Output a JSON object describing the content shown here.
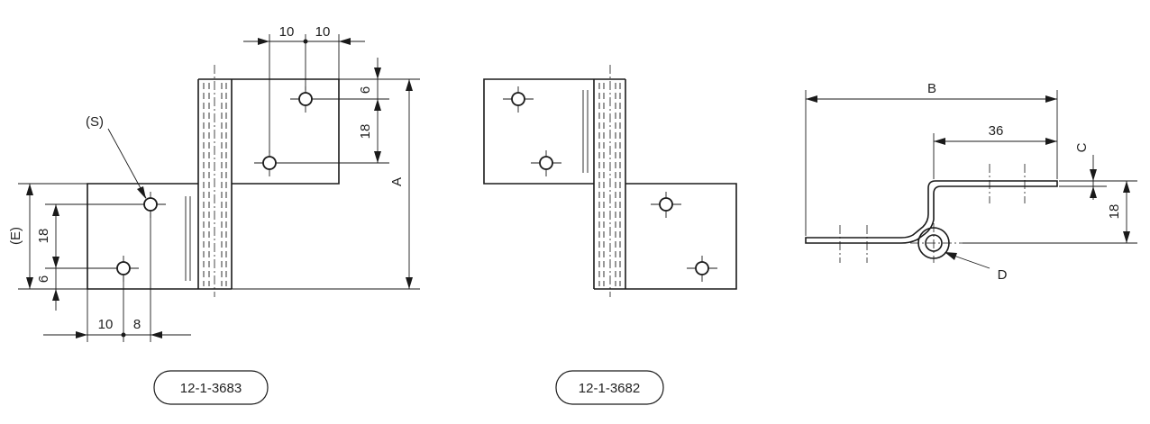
{
  "labels": {
    "left_part": "12-1-3683",
    "middle_part": "12-1-3682"
  },
  "dimensions": {
    "top_10_a": "10",
    "top_10_b": "10",
    "right_6": "6",
    "right_18": "18",
    "height_A": "A",
    "left_E": "(E)",
    "left_18": "18",
    "left_6": "6",
    "bottom_10": "10",
    "bottom_8": "8",
    "screw_S": "(S)",
    "side_B": "B",
    "side_36": "36",
    "side_C": "C",
    "side_18": "18",
    "side_D": "D"
  },
  "colors": {
    "line": "#1a1a1a",
    "background": "#ffffff"
  }
}
